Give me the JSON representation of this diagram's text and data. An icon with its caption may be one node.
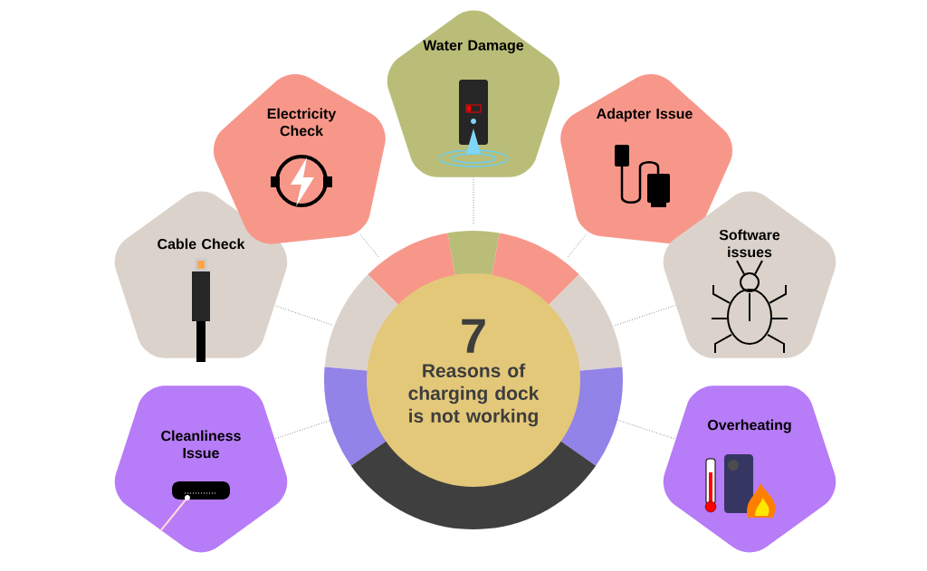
{
  "diagram": {
    "nodes": [
      {
        "text": [
          "7",
          "Reasons of charging dock is not working"
        ]
      },
      {
        "text": [
          "Cable Check"
        ]
      },
      {
        "text": [
          "Electricity Check"
        ]
      },
      {
        "text": [
          "Water Damage"
        ]
      },
      {
        "text": [
          "Adapter Issue"
        ]
      },
      {
        "text": [
          "Software issues"
        ]
      },
      {
        "text": [
          "Cleanliness Issue"
        ]
      },
      {
        "text": [
          "Overheating"
        ]
      }
    ],
    "edges": [
      {
        "from": 0,
        "to": 1,
        "arrow": "none"
      },
      {
        "from": 0,
        "to": 2,
        "arrow": "none"
      },
      {
        "from": 0,
        "to": 3,
        "arrow": "none"
      },
      {
        "from": 0,
        "to": 4,
        "arrow": "none"
      },
      {
        "from": 0,
        "to": 5,
        "arrow": "none"
      },
      {
        "from": 0,
        "to": 6,
        "arrow": "none"
      },
      {
        "from": 0,
        "to": 7,
        "arrow": "none"
      }
    ]
  }
}
